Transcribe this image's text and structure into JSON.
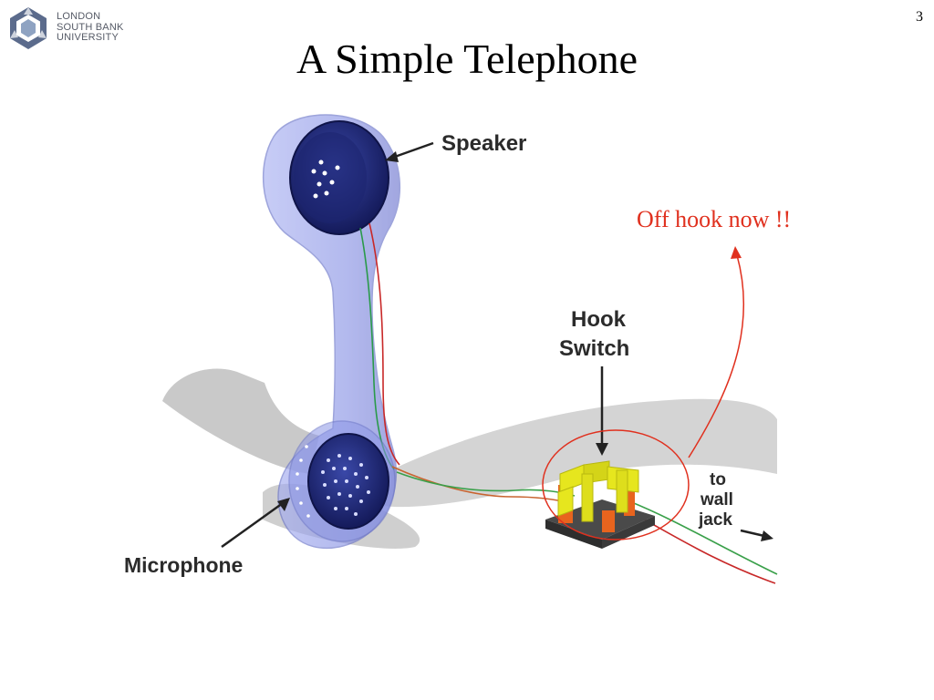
{
  "header": {
    "logo_lines": [
      "LONDON",
      "SOUTH BANK",
      "UNIVERSITY"
    ],
    "slide_number": "3",
    "title": "A Simple Telephone"
  },
  "diagram": {
    "labels": {
      "speaker": "Speaker",
      "microphone": "Microphone",
      "hook_switch_line1": "Hook",
      "hook_switch_line2": "Switch",
      "wall_jack_line1": "to",
      "wall_jack_line2": "wall",
      "wall_jack_line3": "jack"
    },
    "annotation": "Off hook now !!"
  },
  "colors": {
    "accent_red": "#e0301e",
    "handset_blue": "#8c96e6",
    "earpiece_navy": "#1c2470",
    "switch_yellow": "#e6e61e",
    "switch_orange": "#e8641e"
  }
}
